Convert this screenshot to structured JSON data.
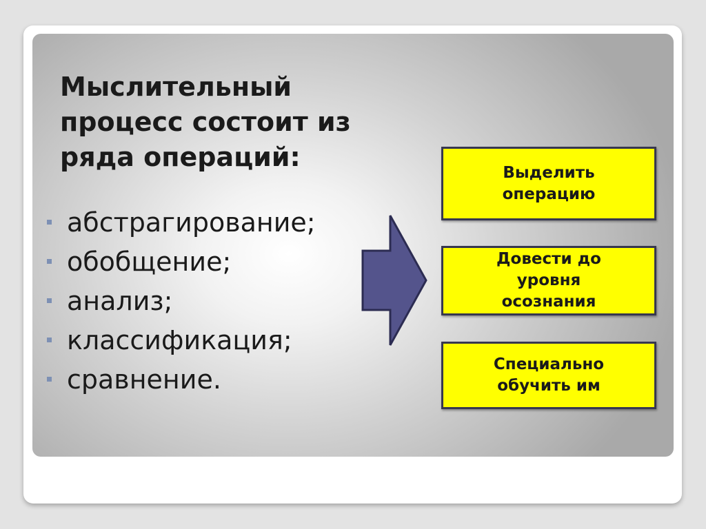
{
  "heading": "Мыслительный\nпроцесс состоит из\nряда операций:",
  "bullets": [
    "абстрагирование;",
    "обобщение;",
    "анализ;",
    "классификация;",
    "сравнение."
  ],
  "boxes": [
    "Выделить\nоперацию",
    "Довести до\nуровня\nосознания",
    "Специально\nобучить им"
  ],
  "colors": {
    "box_fill": "#ffff00",
    "box_border": "#37374f",
    "arrow_fill": "#54548c",
    "arrow_border": "#2c2c52",
    "bullet_mark": "#7d90b4"
  }
}
